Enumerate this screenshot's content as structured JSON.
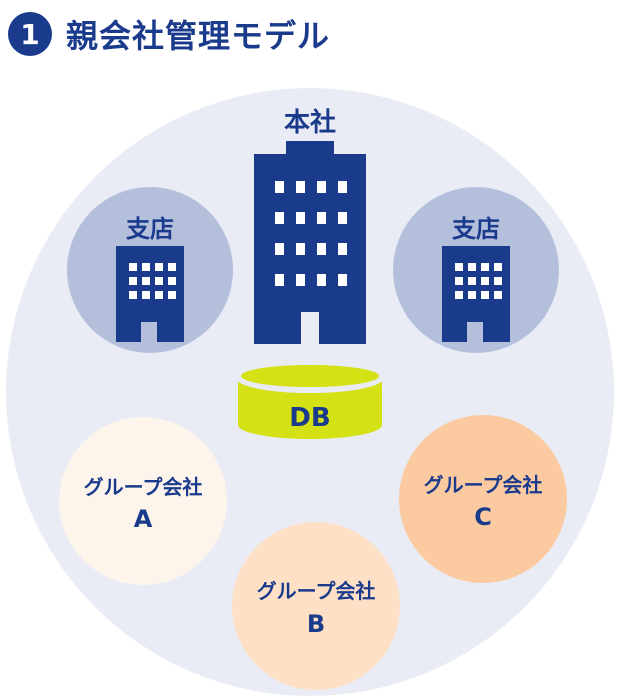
{
  "header": {
    "number": "1",
    "title": "親会社管理モデル"
  },
  "nodes": {
    "hq": {
      "label": "本社"
    },
    "branch_left": {
      "label": "支店"
    },
    "branch_right": {
      "label": "支店"
    },
    "db": {
      "label": "DB"
    },
    "group_a": {
      "line1": "グループ会社",
      "line2": "A"
    },
    "group_b": {
      "line1": "グループ会社",
      "line2": "B"
    },
    "group_c": {
      "line1": "グループ会社",
      "line2": "C"
    }
  },
  "colors": {
    "navy": "#1a3a8c",
    "outer_circle": "#e9ecf4",
    "branch_circle": "#b4bfdc",
    "db_yellow": "#d4e114",
    "group_a": "#fdf4ec",
    "group_b": "#fde0c6",
    "group_c": "#fbcaa0"
  }
}
